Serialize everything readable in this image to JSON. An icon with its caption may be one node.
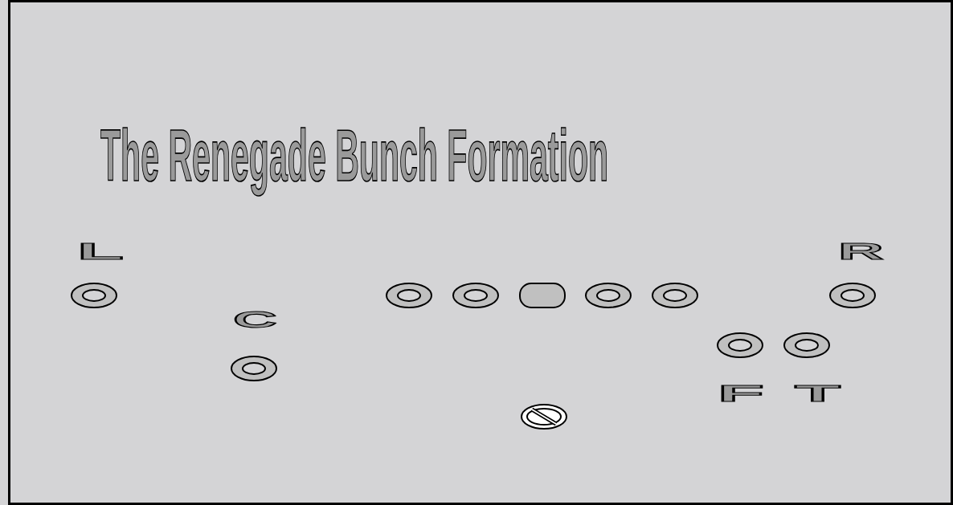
{
  "diagram": {
    "title": "The Renegade Bunch Formation",
    "nodes": [
      {
        "text": [],
        "shape": "circle"
      },
      {
        "text": [],
        "shape": "circle"
      },
      {
        "text": [],
        "shape": "circle"
      },
      {
        "text": [],
        "shape": "box"
      },
      {
        "text": [],
        "shape": "circle"
      },
      {
        "text": [],
        "shape": "circle"
      },
      {
        "text": [],
        "shape": "circle"
      },
      {
        "text": [],
        "shape": "circle"
      },
      {
        "text": [],
        "shape": "circle"
      },
      {
        "text": [],
        "shape": "circle"
      },
      {
        "text": [],
        "shape": "crossed-circle"
      }
    ],
    "labels": [
      "L",
      "R",
      "C",
      "F",
      "T"
    ]
  }
}
